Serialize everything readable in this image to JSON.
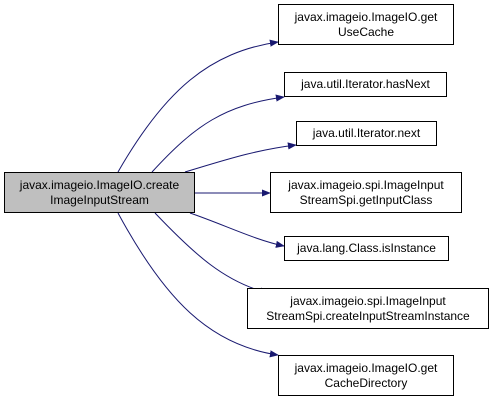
{
  "colors": {
    "root_fill": "#bfbfbf",
    "node_fill": "#ffffff",
    "edge": "#191970",
    "border": "#000000"
  },
  "root": {
    "line1": "javax.imageio.ImageIO.create",
    "line2": "ImageInputStream"
  },
  "callees": [
    {
      "line1": "javax.imageio.ImageIO.get",
      "line2": "UseCache"
    },
    {
      "line1": "java.util.Iterator.hasNext",
      "line2": ""
    },
    {
      "line1": "java.util.Iterator.next",
      "line2": ""
    },
    {
      "line1": "javax.imageio.spi.ImageInput",
      "line2": "StreamSpi.getInputClass"
    },
    {
      "line1": "java.lang.Class.isInstance",
      "line2": ""
    },
    {
      "line1": "javax.imageio.spi.ImageInput",
      "line2": "StreamSpi.createInputStreamInstance"
    },
    {
      "line1": "javax.imageio.ImageIO.get",
      "line2": "CacheDirectory"
    }
  ]
}
